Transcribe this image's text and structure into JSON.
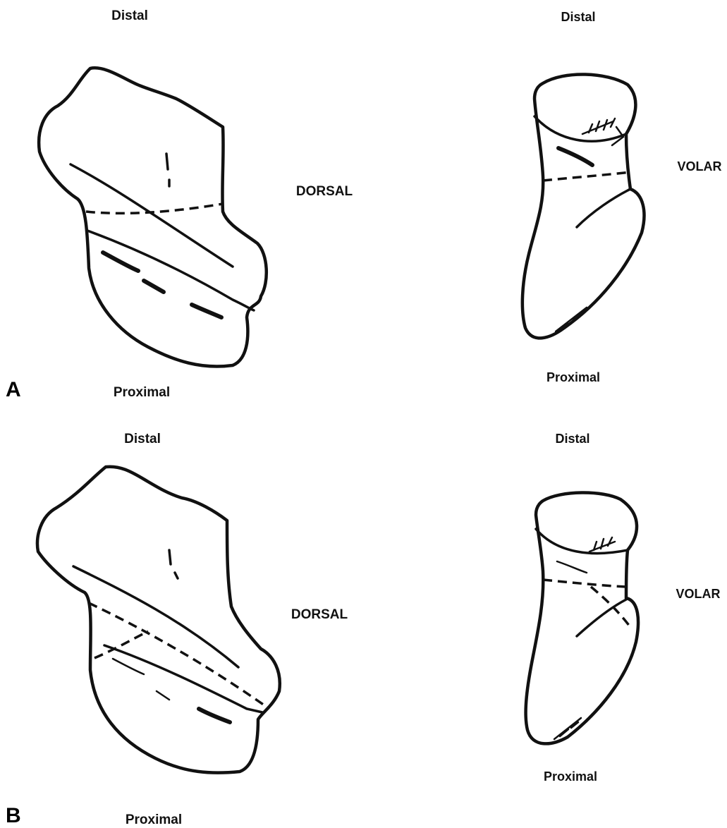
{
  "panel_a": {
    "letter": "A",
    "dorsal_view": {
      "distal": "Distal",
      "proximal": "Proximal",
      "side": "DORSAL"
    },
    "volar_view": {
      "distal": "Distal",
      "proximal": "Proximal",
      "side": "VOLAR"
    }
  },
  "panel_b": {
    "letter": "B",
    "dorsal_view": {
      "distal": "Distal",
      "proximal": "Proximal",
      "side": "DORSAL"
    },
    "volar_view": {
      "distal": "Distal",
      "proximal": "Proximal",
      "side": "VOLAR"
    }
  },
  "colors": {
    "ink": "#111111",
    "background": "#ffffff"
  }
}
